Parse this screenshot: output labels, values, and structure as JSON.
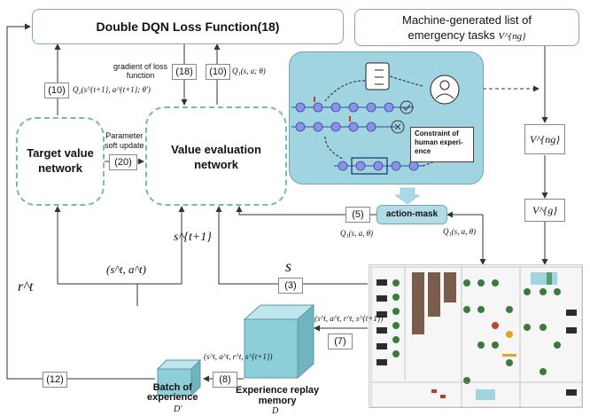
{
  "loss_function": {
    "title": "Double DQN Loss Function(18)"
  },
  "machine_list": {
    "line1": "Machine-generated list of",
    "line2": "emergency tasks",
    "symbol": "V^{ng}"
  },
  "target_network": {
    "line1": "Target value",
    "line2": "network"
  },
  "value_network": {
    "line1": "Value evaluation",
    "line2": "network"
  },
  "parameter_update": {
    "line1": "Parameter",
    "line2": "soft update"
  },
  "labels": {
    "gradient_line1": "gradient of loss",
    "gradient_line2": "function",
    "q2": "Q₂(s^{t+1}, a^{t+1}; θ′)",
    "q1": "Q₁(s, a; θ)",
    "q1_action": "Q₁(s, a, θ)",
    "q1_right": "Q₁(s, a, θ)",
    "s_t1": "s^{t+1}",
    "s_big": "s",
    "r_t": "r^t",
    "s_a": "(s^t, a^t)",
    "tuple_batch": "(s^t, a^t, r^t, s^{t+1})",
    "tuple_replay": "(s^t, a^t, r^t, s^{t+1})"
  },
  "refs": {
    "r10a": "(10)",
    "r18": "(18)",
    "r10b": "(10)",
    "r20": "(20)",
    "r5": "(5)",
    "r3": "(3)",
    "r12": "(12)",
    "r8": "(8)",
    "r7": "(7)"
  },
  "action_mask": "action-mask",
  "constraint": {
    "line1": "Constraint of",
    "line2": "human experi-",
    "line3": "ence"
  },
  "v_ng": "V^{ng}",
  "v_g": "V^{g}",
  "batch": {
    "line1": "Batch of",
    "line2": "experience",
    "symbol": "D′"
  },
  "replay": {
    "line1": "Experience replay",
    "line2": "memory",
    "symbol": "D"
  },
  "colors": {
    "panel": "#9fd4e0",
    "box_border": "#86a9b4",
    "dashed": "#7db3c7",
    "cube": "#8ccfd8",
    "node": "#8f8fe6",
    "mask": "#b3dde6"
  }
}
